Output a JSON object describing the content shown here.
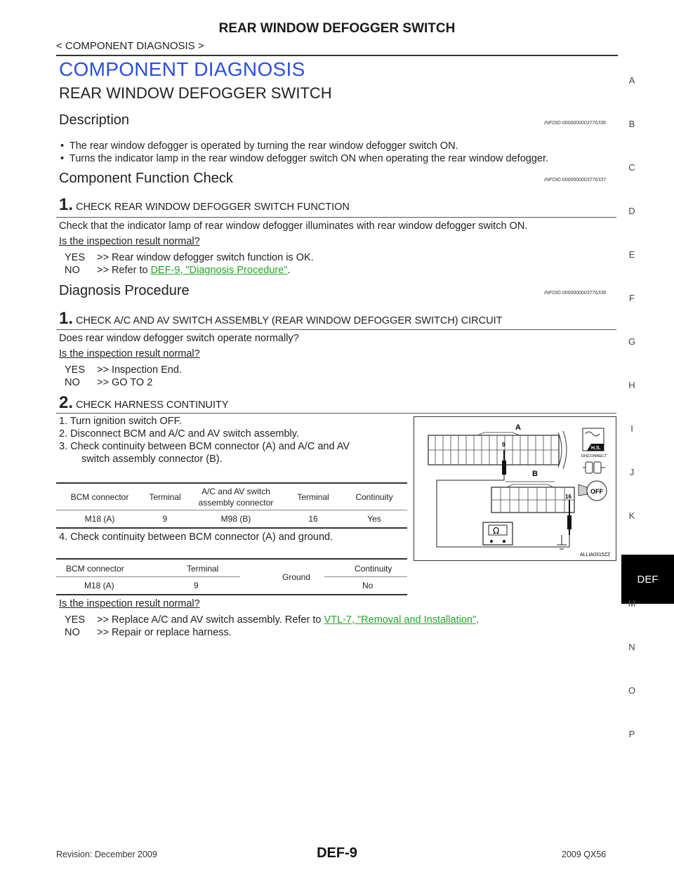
{
  "header": {
    "title": "REAR WINDOW DEFOGGER SWITCH",
    "breadcrumb": "< COMPONENT DIAGNOSIS >"
  },
  "section_title": "COMPONENT DIAGNOSIS",
  "subsection_title": "REAR WINDOW DEFOGGER SWITCH",
  "description": {
    "heading": "Description",
    "infoid": "INFOID:0000000003776336",
    "bullets": [
      "The rear window defogger is operated by turning the rear window defogger switch ON.",
      "Turns the indicator lamp in the rear window defogger switch ON when operating the rear window defogger."
    ]
  },
  "function_check": {
    "heading": "Component Function Check",
    "infoid": "INFOID:0000000003776337",
    "step_num": "1.",
    "step_title": "CHECK REAR WINDOW DEFOGGER SWITCH FUNCTION",
    "text": "Check that the indicator lamp of rear window defogger illuminates with rear window defogger switch ON.",
    "question": "Is the inspection result normal?",
    "yes_label": "YES",
    "yes_text": ">> Rear window defogger switch function is OK.",
    "no_label": "NO",
    "no_text_pre": ">> Refer to ",
    "no_link": "DEF-9, \"Diagnosis Procedure\"",
    "no_text_post": "."
  },
  "diagnosis": {
    "heading": "Diagnosis Procedure",
    "infoid": "INFOID:0000000003776338",
    "step1_num": "1.",
    "step1_title": "CHECK A/C AND AV SWITCH ASSEMBLY (REAR WINDOW DEFOGGER SWITCH) CIRCUIT",
    "step1_text": "Does rear window defogger switch operate normally?",
    "step1_question": "Is the inspection result normal?",
    "step1_yes_label": "YES",
    "step1_yes_text": ">> Inspection End.",
    "step1_no_label": "NO",
    "step1_no_text": ">> GO TO 2",
    "step2_num": "2.",
    "step2_title": "CHECK HARNESS CONTINUITY",
    "items": [
      "1.  Turn ignition switch OFF.",
      "2.  Disconnect BCM and A/C and AV switch assembly.",
      "3.  Check continuity between BCM connector (A) and A/C and AV",
      "switch assembly connector (B)."
    ],
    "table1": {
      "headers": [
        "BCM connector",
        "Terminal",
        "A/C and AV switch",
        "assembly connector",
        "Terminal",
        "Continuity"
      ],
      "row": [
        "M18 (A)",
        "9",
        "M98 (B)",
        "16",
        "Yes"
      ]
    },
    "item4": "4.  Check continuity between BCM connector (A) and ground.",
    "table2": {
      "headers": [
        "BCM connector",
        "Terminal",
        "Ground",
        "Continuity"
      ],
      "row": [
        "M18 (A)",
        "9",
        "No"
      ]
    },
    "step2_question": "Is the inspection result normal?",
    "step2_yes_label": "YES",
    "step2_yes_pre": ">> Replace A/C and AV switch assembly. Refer to ",
    "step2_yes_link": "VTL-7, \"Removal and Installation\"",
    "step2_yes_post": ".",
    "step2_no_label": "NO",
    "step2_no_text": ">> Repair or replace harness."
  },
  "figure": {
    "label_a": "A",
    "label_b": "B",
    "pin_a": "9",
    "pin_b": "16",
    "meter_symbol": "Ω",
    "hs_label": "H.S.",
    "disconnect_label": "DISCONNECT",
    "off_label": "OFF",
    "code": "ALLIA0315ZZ"
  },
  "sidebar": {
    "letters": [
      "A",
      "B",
      "C",
      "D",
      "E",
      "F",
      "G",
      "H",
      "I",
      "J",
      "K",
      "DEF",
      "M",
      "N",
      "O",
      "P"
    ],
    "active": "DEF"
  },
  "footer": {
    "revision": "Revision: December 2009",
    "page": "DEF-9",
    "model": "2009 QX56"
  }
}
